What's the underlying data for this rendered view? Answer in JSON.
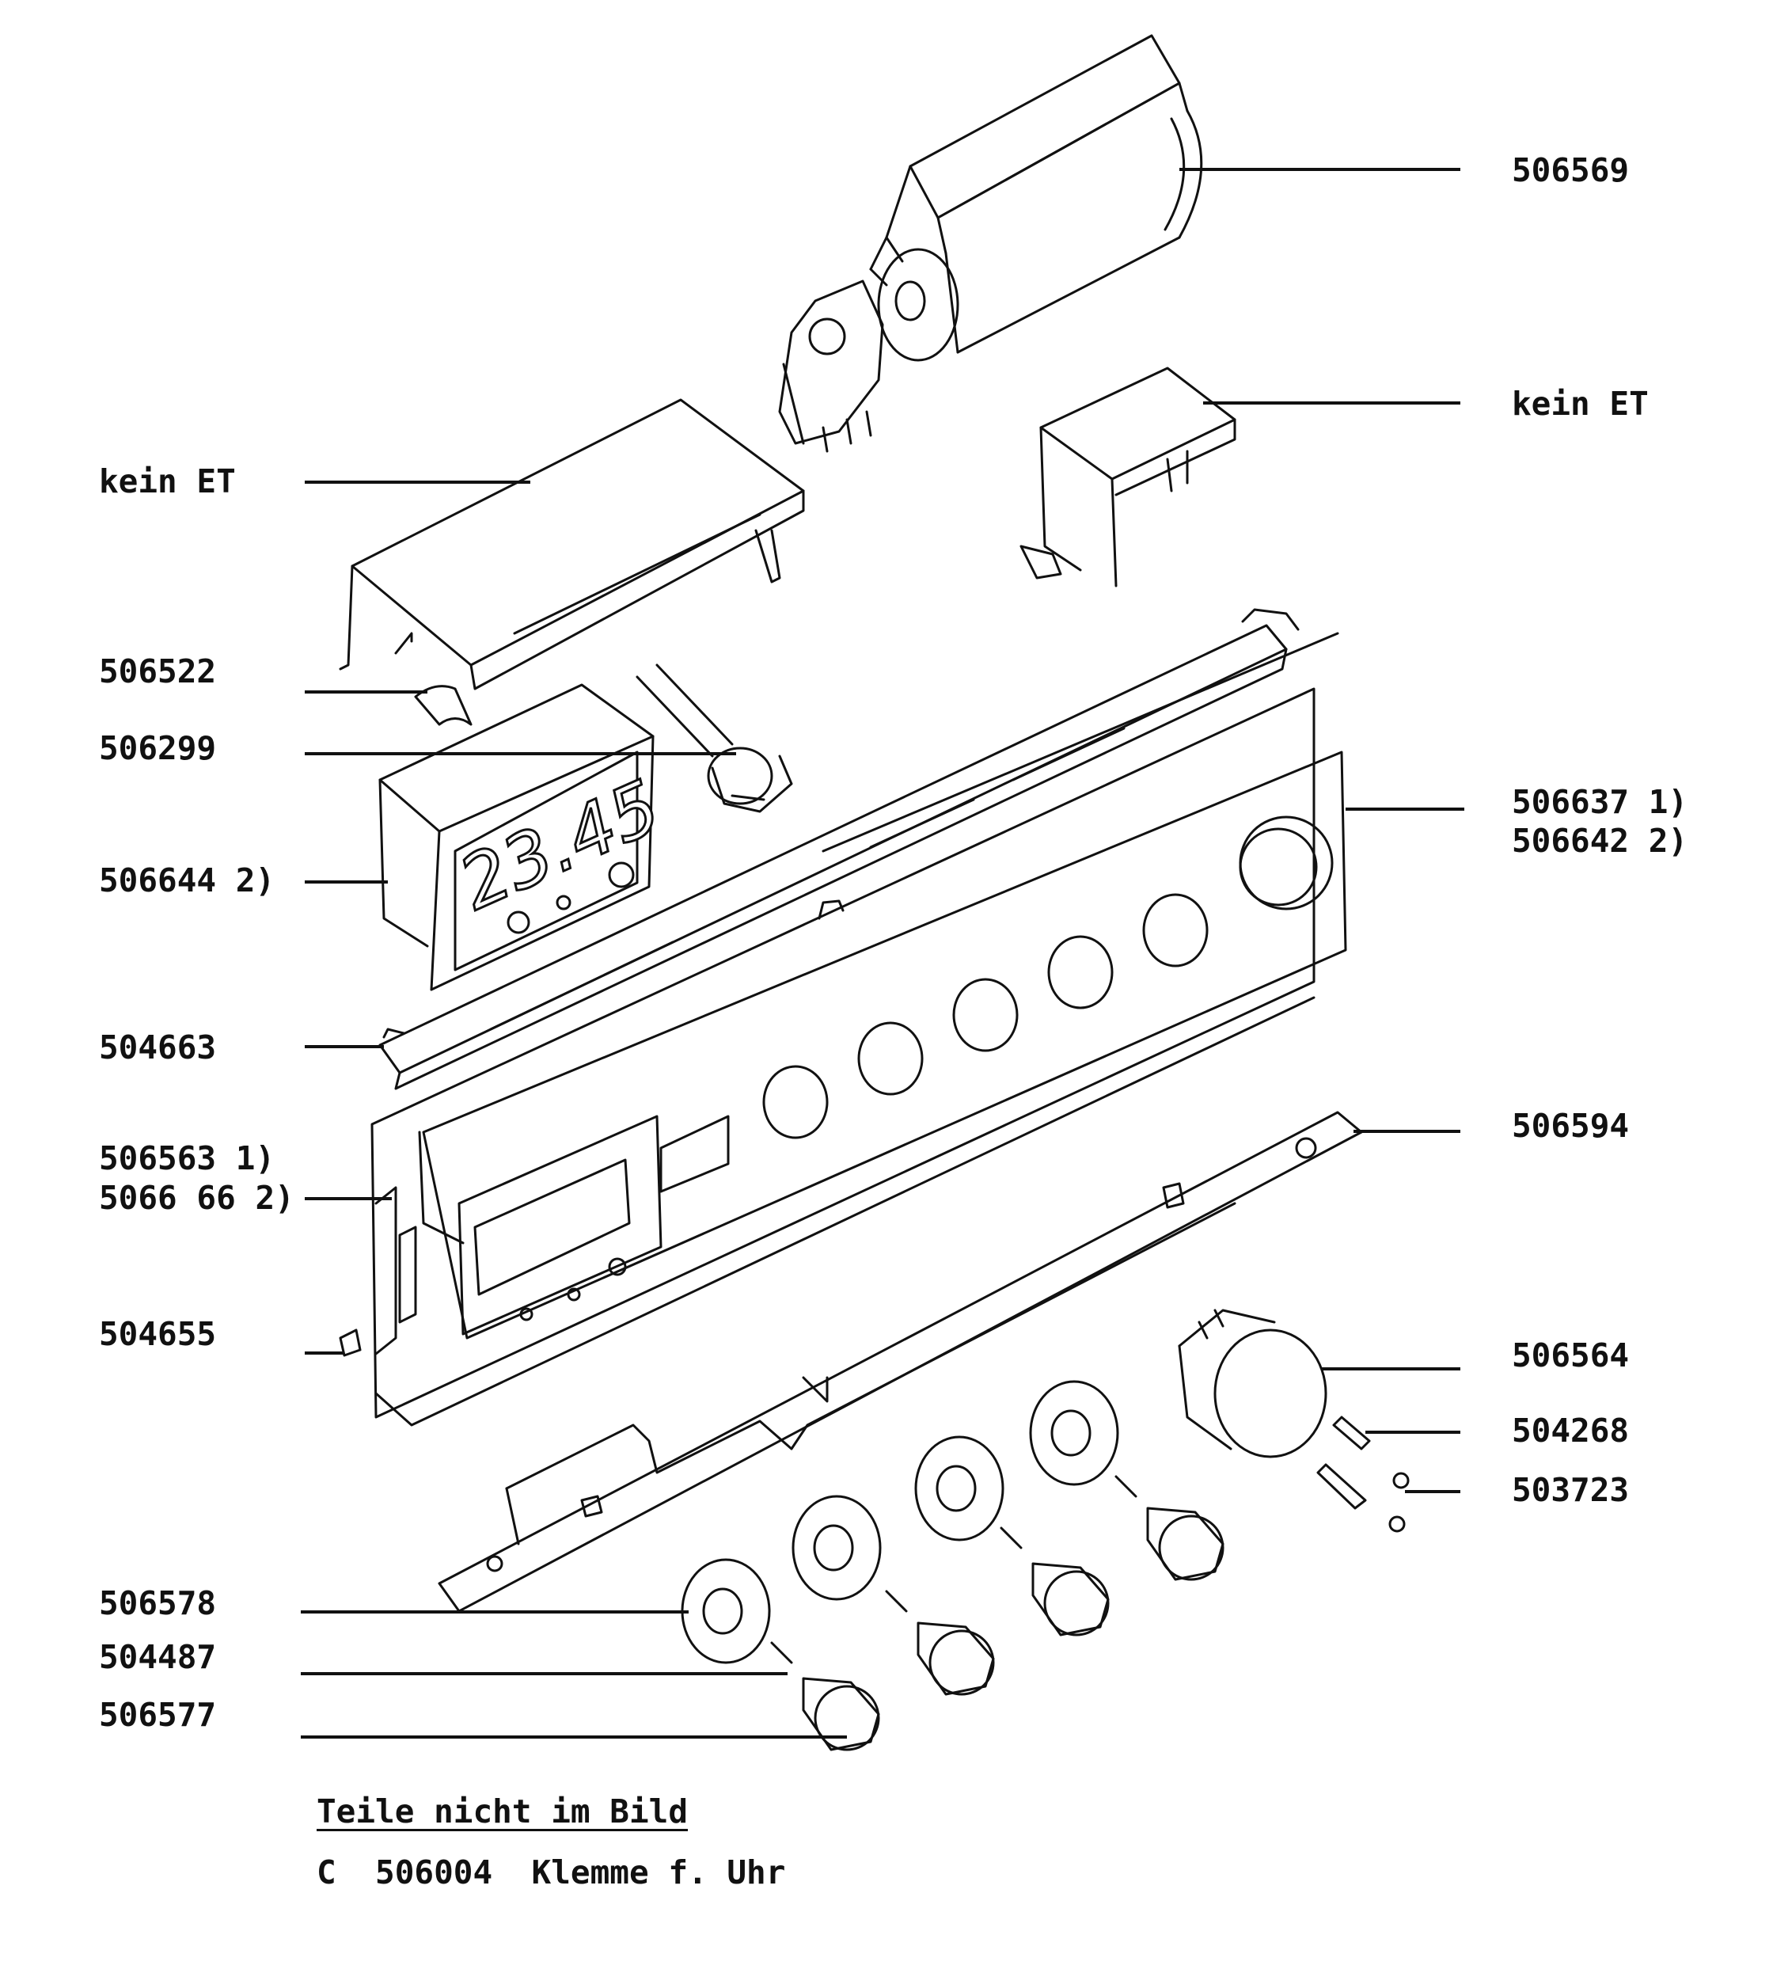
{
  "callouts": {
    "l01": "506569",
    "l02": "kein ET",
    "l03": "kein ET",
    "l04": "506522",
    "l05": "506299",
    "l06": "506637 1)",
    "l07": "506642 2)",
    "l08": "506644 2)",
    "l09": "504663",
    "l10": "506594",
    "l11": "506563 1)",
    "l12": "5066 66 2)",
    "l13": "504655",
    "l14": "506564",
    "l15": "504268",
    "l16": "503723",
    "l17": "506578",
    "l18": "504487",
    "l19": "506577"
  },
  "clock_display": "23.45",
  "notes": {
    "title": "Teile nicht im Bild",
    "line": "C  506004  Klemme f. Uhr"
  },
  "colors": {
    "ink": "#111111",
    "paper": "#ffffff"
  }
}
